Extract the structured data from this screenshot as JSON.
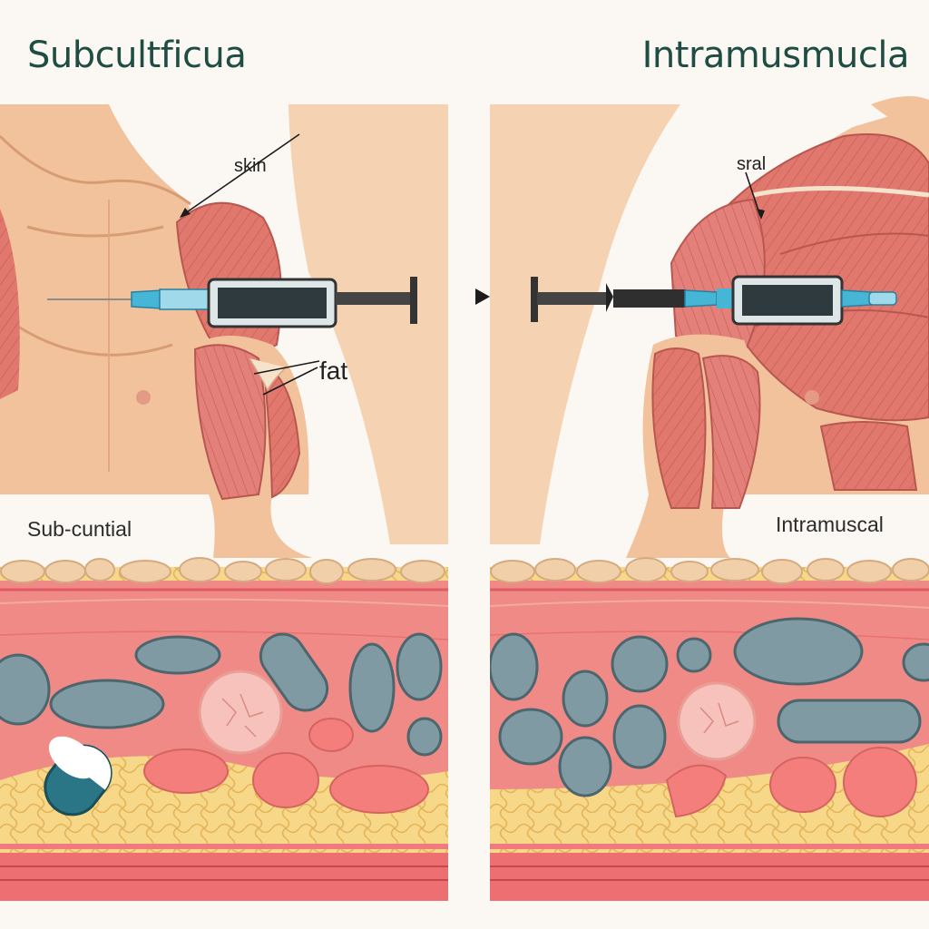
{
  "left_panel": {
    "title": "Subcultficua",
    "caption": "Sub-cuntial",
    "callouts": {
      "skin": "skin",
      "fat": "fat"
    }
  },
  "right_panel": {
    "title": "Intramusmucla",
    "caption": "Intramuscal",
    "callouts": {
      "sral": "sral"
    }
  },
  "colors": {
    "background": "#fbf8f3",
    "title": "#1f4d43",
    "skin": "#f1c29c",
    "muscle": "#e0786e",
    "dermis": "#f08a86",
    "fat": "#f5cf7a",
    "vessel": "#7f9aa3",
    "syringe_tip": "#46b6d6"
  }
}
